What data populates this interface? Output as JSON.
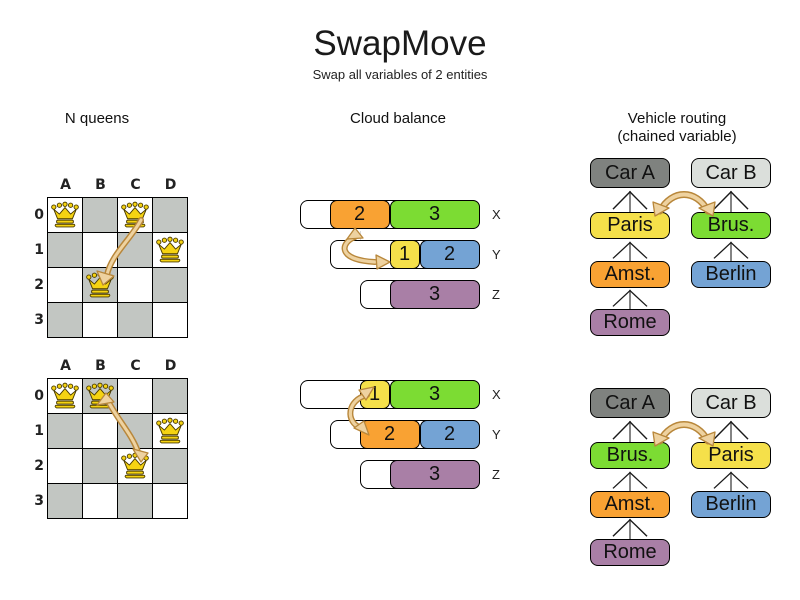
{
  "header": {
    "title": "SwapMove",
    "subtitle": "Swap all variables of 2 entities"
  },
  "nqueens": {
    "title": "N queens",
    "column_labels": [
      "A",
      "B",
      "C",
      "D"
    ],
    "row_labels": [
      "0",
      "1",
      "2",
      "3"
    ],
    "before": {
      "queens": [
        "A0",
        "C0",
        "D1",
        "B2"
      ],
      "swap_between": [
        "C0",
        "B2"
      ]
    },
    "after": {
      "queens": [
        "A0",
        "B0",
        "D1",
        "C2"
      ],
      "swap_between": [
        "B0",
        "C2"
      ]
    }
  },
  "cloud_balance": {
    "title": "Cloud balance",
    "before": {
      "rows": [
        {
          "label": "X",
          "blocks": [
            {
              "value": "2",
              "color_name": "orange"
            },
            {
              "value": "3",
              "color_name": "green"
            }
          ]
        },
        {
          "label": "Y",
          "blocks": [
            {
              "value": "1",
              "color_name": "yellow"
            },
            {
              "value": "2",
              "color_name": "blue"
            }
          ]
        },
        {
          "label": "Z",
          "blocks": [
            {
              "value": "3",
              "color_name": "purple"
            }
          ]
        }
      ]
    },
    "after": {
      "rows": [
        {
          "label": "X",
          "blocks": [
            {
              "value": "1",
              "color_name": "yellow"
            },
            {
              "value": "3",
              "color_name": "green"
            }
          ]
        },
        {
          "label": "Y",
          "blocks": [
            {
              "value": "2",
              "color_name": "orange"
            },
            {
              "value": "2",
              "color_name": "blue"
            }
          ]
        },
        {
          "label": "Z",
          "blocks": [
            {
              "value": "3",
              "color_name": "purple"
            }
          ]
        }
      ]
    }
  },
  "vehicle_routing": {
    "title": "Vehicle routing",
    "subtitle": "(chained variable)",
    "before": {
      "left_chain": [
        "Car A",
        "Paris",
        "Amst.",
        "Rome"
      ],
      "right_chain": [
        "Car B",
        "Brus.",
        "Berlin"
      ],
      "swap_between": [
        "Paris",
        "Brus."
      ]
    },
    "after": {
      "left_chain": [
        "Car A",
        "Brus.",
        "Amst.",
        "Rome"
      ],
      "right_chain": [
        "Car B",
        "Paris",
        "Berlin"
      ],
      "swap_between": [
        "Brus.",
        "Paris"
      ]
    }
  },
  "colors": {
    "orange": "#f9a233",
    "green": "#7cdc33",
    "yellow": "#f5e04a",
    "blue": "#74a3d4",
    "purple": "#a97fa6",
    "car_a_gray": "#7f827f",
    "car_b_gray": "#dbdfdb",
    "board_gray": "#c2c6c2",
    "queen_gold": "#f5d312",
    "swap_fill": "#eed2a0",
    "swap_border": "#b8873b"
  }
}
